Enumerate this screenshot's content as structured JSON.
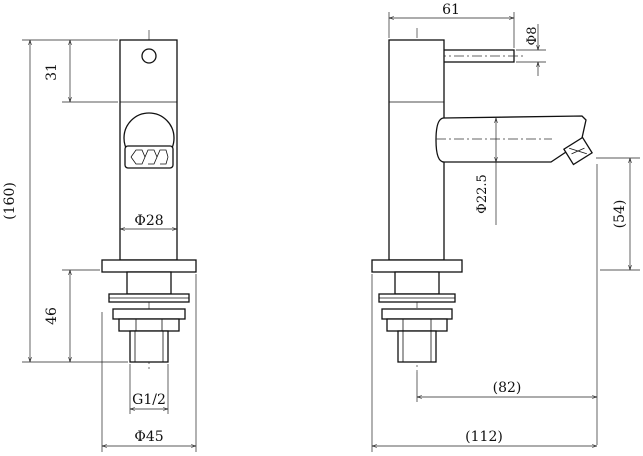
{
  "drawing": {
    "front_view": {
      "dimensions": {
        "overall_height": "(160)",
        "body_height": "31",
        "base_height": "46",
        "body_diameter": "Φ28",
        "thread": "G1/2",
        "base_diameter": "Φ45"
      }
    },
    "side_view": {
      "dimensions": {
        "handle_length": "61",
        "handle_diameter": "Φ8",
        "spout_diameter": "Φ22.5",
        "outlet_height": "(54)",
        "spout_reach": "(82)",
        "overall_depth": "(112)"
      }
    },
    "colors": {
      "line": "#111111",
      "background": "#ffffff"
    }
  }
}
